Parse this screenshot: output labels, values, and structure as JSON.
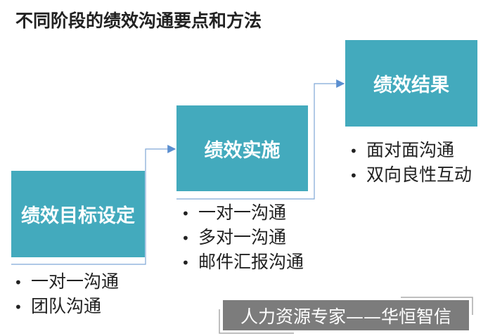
{
  "title": "不同阶段的绩效沟通要点和方法",
  "stages": [
    {
      "label": "绩效目标设定",
      "items": [
        "一对一沟通",
        "团队沟通"
      ]
    },
    {
      "label": "绩效实施",
      "items": [
        "一对一沟通",
        "多对一沟通",
        "邮件汇报沟通"
      ]
    },
    {
      "label": "绩效结果",
      "items": [
        "面对面沟通",
        "双向良性互动"
      ]
    }
  ],
  "watermark": "人力资源专家——华恒智信",
  "colors": {
    "box": "#43aabd",
    "line": "#5b8fd0"
  }
}
